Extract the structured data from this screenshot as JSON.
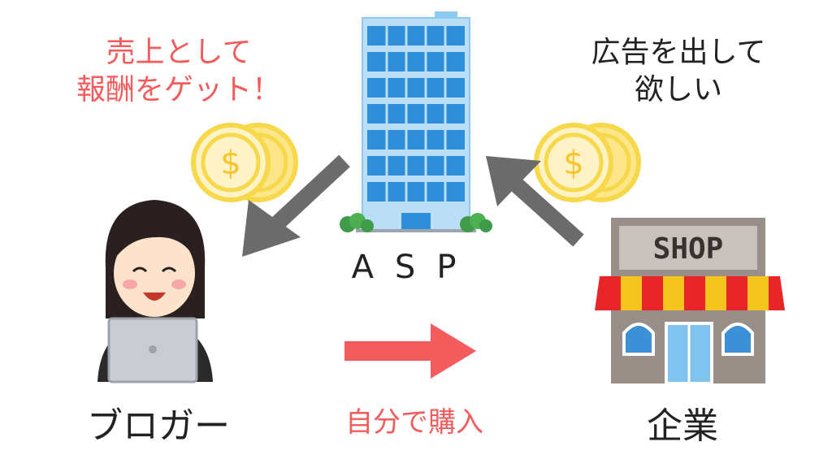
{
  "labels": {
    "revenue_line1": "売上として",
    "revenue_line2": "報酬をゲット！",
    "ad_line1": "広告を出して",
    "ad_line2": "欲しい",
    "asp": "ASP",
    "blogger": "ブロガー",
    "company": "企業",
    "self_purchase": "自分で購入"
  },
  "shop_sign": "SHOP",
  "coin_symbol": "$",
  "colors": {
    "red_text": "#f25c5c",
    "gray_arrow": "#6b6b6b",
    "red_arrow": "#f25c5c",
    "building_blue": "#2f8fd8",
    "coin_yellow": "#f7d84b",
    "awning_red": "#e8262a",
    "awning_yellow": "#f5c41f"
  }
}
